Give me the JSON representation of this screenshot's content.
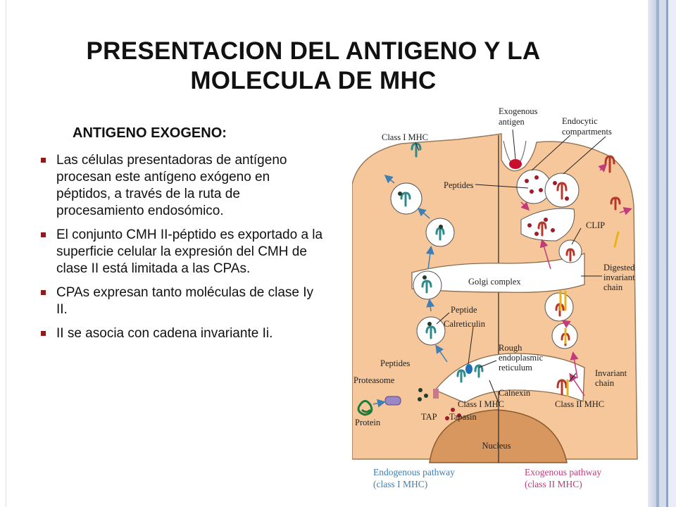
{
  "slide": {
    "title": "PRESENTACION DEL ANTIGENO Y LA MOLECULA DE MHC",
    "subtitle": "ANTIGENO EXOGENO:",
    "bullets": [
      "Las células presentadoras de antígeno procesan este antígeno exógeno en péptidos, a través de la ruta de procesamiento endosómico.",
      "El conjunto CMH II-péptido es exportado a la superficie celular la expresión del CMH de clase II está limitada a las CPAs.",
      "CPAs expresan tanto moléculas de clase Iy II.",
      "II se asocia con cadena invariante Ii."
    ]
  },
  "diagram": {
    "labels": {
      "exogenous_antigen_1": "Exogenous",
      "exogenous_antigen_2": "antigen",
      "endocytic_1": "Endocytic",
      "endocytic_2": "compartments",
      "class1_mhc_top": "Class I MHC",
      "peptides_top": "Peptides",
      "clip": "CLIP",
      "digested_1": "Digested",
      "digested_2": "invariant",
      "digested_3": "chain",
      "golgi": "Golgi complex",
      "peptide": "Peptide",
      "calreticulin": "Calreticulin",
      "rough_1": "Rough",
      "rough_2": "endoplasmic",
      "rough_3": "reticulum",
      "peptides_left": "Peptides",
      "proteasome": "Proteasome",
      "calnexin": "Calnexin",
      "invariant_1": "Invariant",
      "invariant_2": "chain",
      "class1_mhc_er": "Class I MHC",
      "class2_mhc": "Class II MHC",
      "tapasin": "Tapasin",
      "tap": "TAP",
      "protein": "Protein",
      "nucleus": "Nucleus"
    },
    "legend": {
      "endogenous_1": "Endogenous pathway",
      "endogenous_2": "(class I MHC)",
      "exogenous_1": "Exogenous pathway",
      "exogenous_2": "(class II MHC)"
    },
    "colors": {
      "cytoplasm": "#f6c79a",
      "nucleus": "#d8975f",
      "endogenous": "#3e7fb6",
      "exogenous": "#c23b7a",
      "class1_molecule": "#2f8a8f",
      "class2_molecule": "#b5382b",
      "invariant_chain": "#e8b31a",
      "antigen": "#c8102e"
    }
  }
}
